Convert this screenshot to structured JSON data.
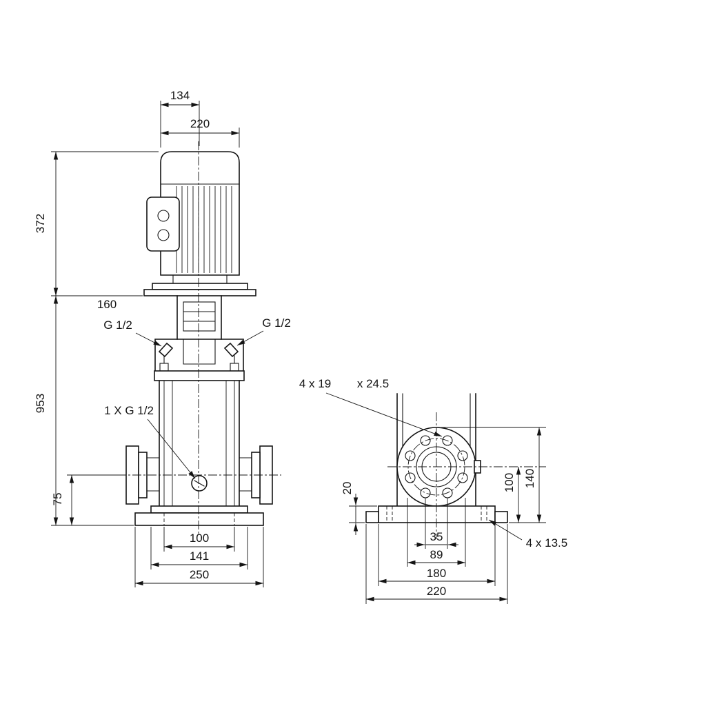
{
  "colors": {
    "line": "#141414",
    "background": "#ffffff"
  },
  "front_view": {
    "dim_motor_top_width": "134",
    "dim_motor_width": "220",
    "dim_motor_height": "372",
    "dim_160": "160",
    "dim_total_height": "953",
    "dim_port_height": "75",
    "plug_left": "G 1/2",
    "plug_right": "G 1/2",
    "drain_label": "1 X G 1/2",
    "dim_holes": "100",
    "dim_foot": "141",
    "dim_base": "250"
  },
  "side_view": {
    "flange_holes": "4 x 19",
    "flange_cb": "x 24.5",
    "dim_base_thk": "20",
    "dim_center_h": "100",
    "dim_top_h": "140",
    "dim_35": "35",
    "dim_89": "89",
    "dim_180": "180",
    "dim_220": "220",
    "base_holes": "4 x 13.5"
  }
}
